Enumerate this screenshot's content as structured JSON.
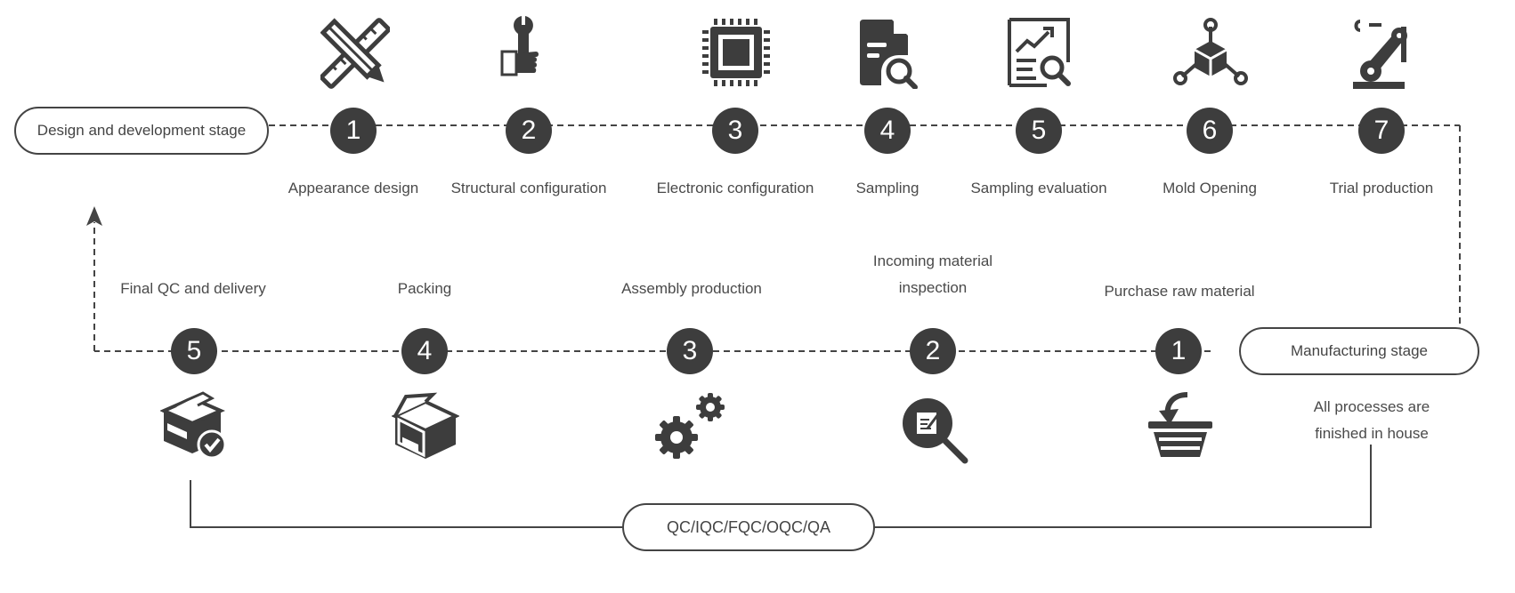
{
  "design": {
    "stage_label": "Design and development stage",
    "steps": [
      {
        "num": "1",
        "label": "Appearance design",
        "icon": "ruler-pencil-icon"
      },
      {
        "num": "2",
        "label": "Structural configuration",
        "icon": "wrench-hand-icon"
      },
      {
        "num": "3",
        "label": "Electronic configuration",
        "icon": "chip-icon"
      },
      {
        "num": "4",
        "label": "Sampling",
        "icon": "document-search-icon"
      },
      {
        "num": "5",
        "label": "Sampling evaluation",
        "icon": "report-chart-search-icon"
      },
      {
        "num": "6",
        "label": "Mold Opening",
        "icon": "molecule-cube-icon"
      },
      {
        "num": "7",
        "label": "Trial production",
        "icon": "robot-arm-icon"
      }
    ]
  },
  "manufacturing": {
    "stage_label": "Manufacturing stage",
    "note_line1": "All processes are",
    "note_line2": "finished in house",
    "steps": [
      {
        "num": "1",
        "label": "Purchase raw material",
        "icon": "basket-arrow-icon"
      },
      {
        "num": "2",
        "label_line1": "Incoming material",
        "label_line2": "inspection",
        "icon": "magnifier-document-icon"
      },
      {
        "num": "3",
        "label": "Assembly production",
        "icon": "gears-icon"
      },
      {
        "num": "4",
        "label": "Packing",
        "icon": "open-box-icon"
      },
      {
        "num": "5",
        "label": "Final QC and delivery",
        "icon": "box-check-icon"
      }
    ]
  },
  "qc_label": "QC/IQC/FQC/OQC/QA",
  "colors": {
    "dark": "#3d3d3d",
    "line": "#444444"
  }
}
